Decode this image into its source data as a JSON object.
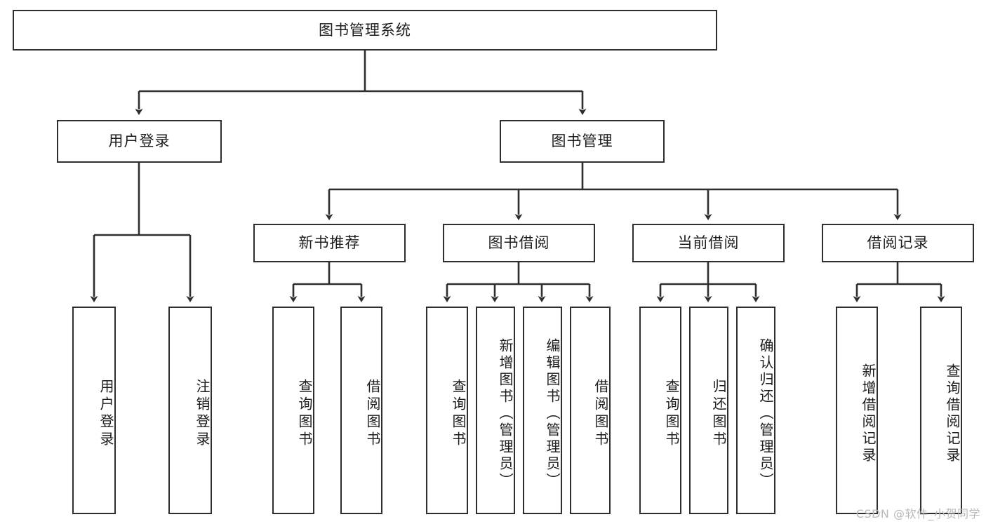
{
  "diagram": {
    "title": "图书管理系统",
    "type": "tree-hierarchy",
    "stroke_color": "#2e2e2e",
    "fill_color": "#ffffff",
    "text_color": "#1c1c1c"
  },
  "root": {
    "label": "图书管理系统"
  },
  "level2": [
    {
      "label": "用户登录"
    },
    {
      "label": "图书管理"
    }
  ],
  "level3": [
    {
      "label": "新书推荐"
    },
    {
      "label": "图书借阅"
    },
    {
      "label": "当前借阅"
    },
    {
      "label": "借阅记录"
    }
  ],
  "leaves": {
    "user_login": [
      {
        "label": "用户登录"
      },
      {
        "label": "注销登录"
      }
    ],
    "new_book_recommend": [
      {
        "label": "查询图书"
      },
      {
        "label": "借阅图书"
      }
    ],
    "book_borrow": [
      {
        "label": "查询图书"
      },
      {
        "label": "新增图书（管理员）"
      },
      {
        "label": "编辑图书（管理员）"
      },
      {
        "label": "借阅图书"
      }
    ],
    "current_borrow": [
      {
        "label": "查询图书"
      },
      {
        "label": "归还图书"
      },
      {
        "label": "确认归还（管理员）"
      }
    ],
    "borrow_record": [
      {
        "label": "新增借阅记录"
      },
      {
        "label": "查询借阅记录"
      }
    ]
  },
  "watermark": {
    "text": "CSDN @软件_小贺同学"
  }
}
